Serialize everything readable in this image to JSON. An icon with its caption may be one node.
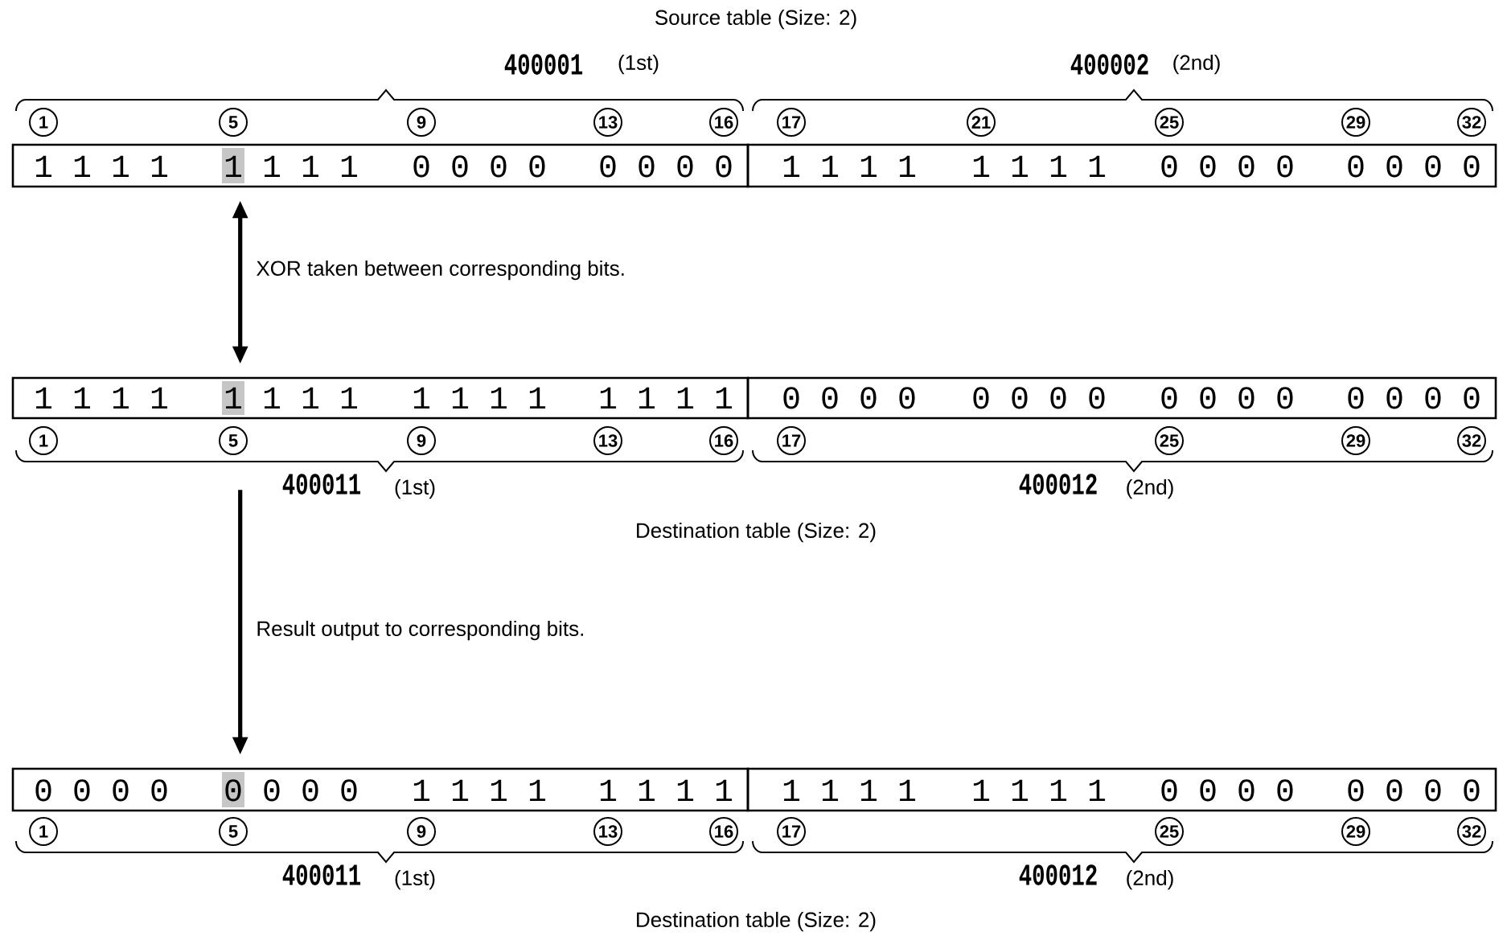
{
  "diagram": {
    "nodes": [
      {
        "text": [
          "1 1 1 1",
          "1 1 1 1",
          "0 0 0 0",
          "0 0 0 0"
        ]
      },
      {
        "text": [
          "1 1 1 1",
          "1 1 1 1",
          "0 0 0 0",
          "0 0 0 0"
        ]
      },
      {
        "text": [
          "1 1 1 1",
          "1 1 1 1",
          "1 1 1 1",
          "1 1 1 1"
        ]
      },
      {
        "text": [
          "0 0 0 0",
          "0 0 0 0",
          "0 0 0 0",
          "0 0 0 0"
        ]
      },
      {
        "text": [
          "0 0 0 0",
          "0 0 0 0",
          "1 1 1 1",
          "1 1 1 1"
        ]
      },
      {
        "text": [
          "1 1 1 1",
          "1 1 1 1",
          "0 0 0 0",
          "0 0 0 0"
        ]
      }
    ],
    "edges": [
      {
        "from": 0,
        "to": 2,
        "arrow": "both",
        "label": "XOR taken between corresponding bits."
      },
      {
        "from": 2,
        "to": 4,
        "arrow": "to",
        "label": "Result output to corresponding bits."
      }
    ],
    "labels": [
      "Source table (Size: 2)",
      "400001",
      "(1st)",
      "400002",
      "(2nd)",
      "1",
      "5",
      "9",
      "13",
      "16",
      "17",
      "21",
      "25",
      "29",
      "32",
      "1",
      "5",
      "9",
      "13",
      "16",
      "17",
      "25",
      "29",
      "32",
      "400011",
      "(1st)",
      "400012",
      "(2nd)",
      "Destination table (Size: 2)",
      "1",
      "5",
      "9",
      "13",
      "16",
      "17",
      "25",
      "29",
      "32",
      "400011",
      "(1st)",
      "400012",
      "(2nd)",
      "Destination table (Size: 2)"
    ]
  }
}
